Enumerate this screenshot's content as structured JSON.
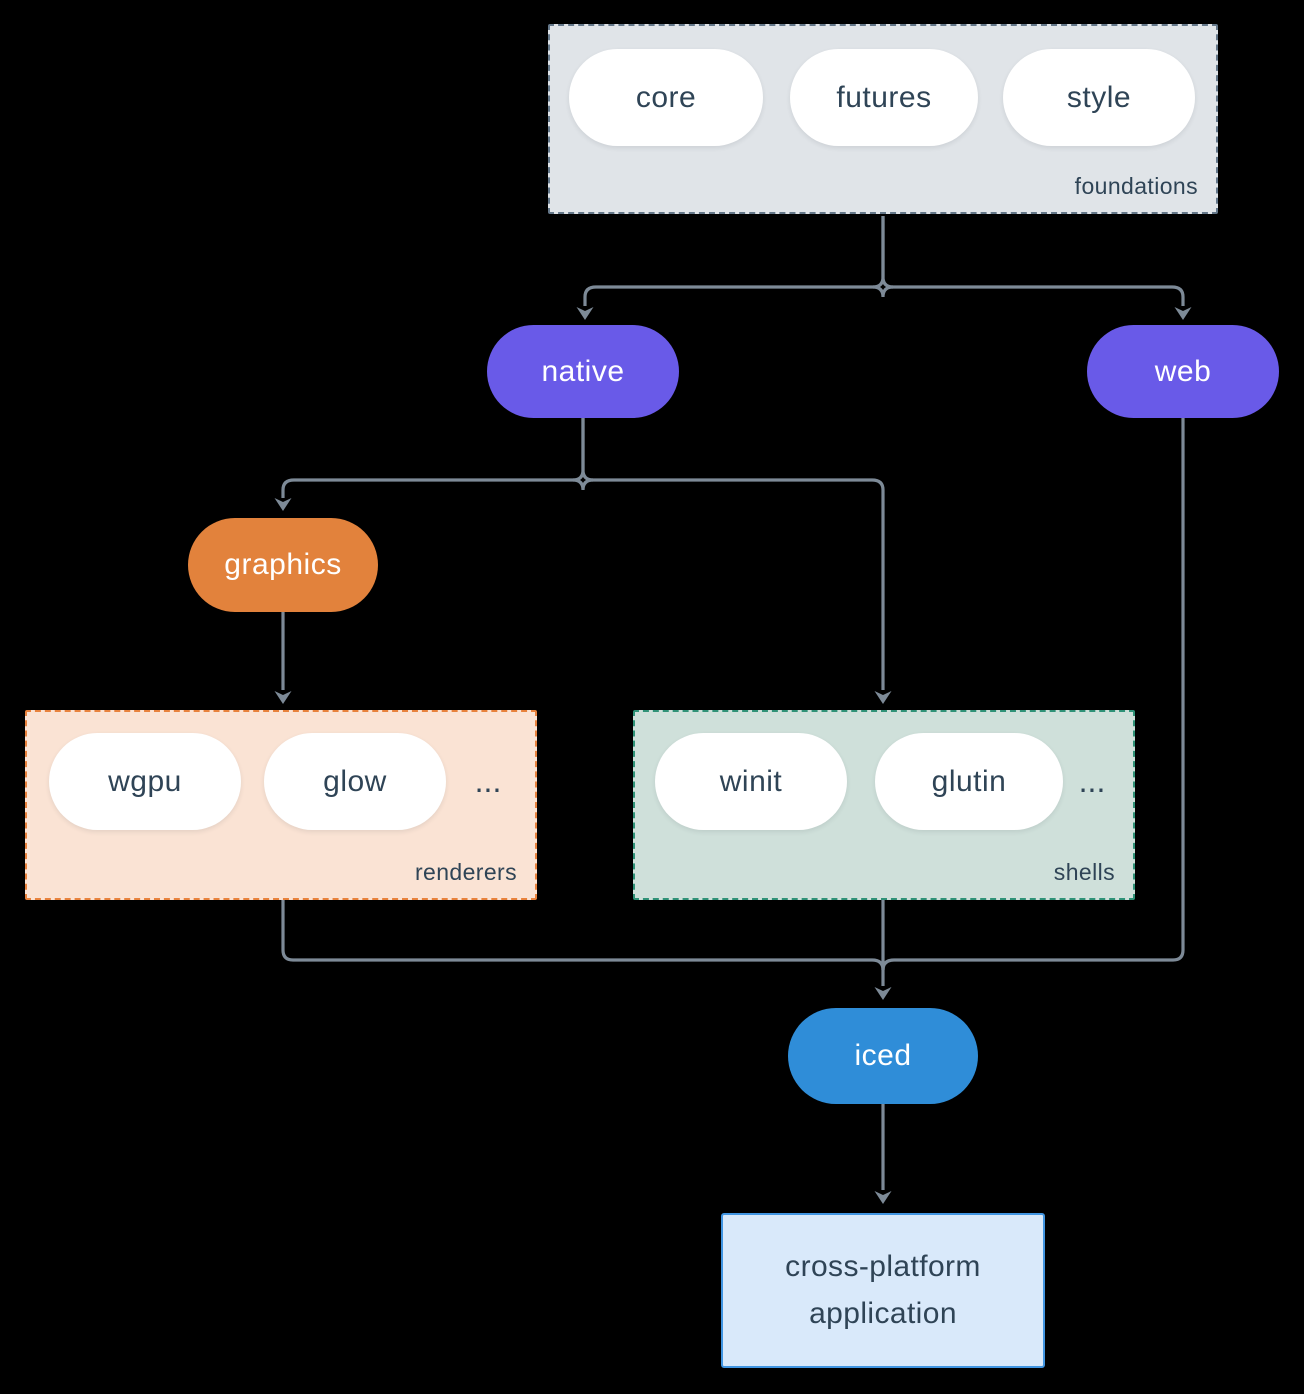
{
  "colors": {
    "background": "#000000",
    "line": "#7d8a97",
    "text-dark": "#2f4456",
    "foundations-fill": "#e0e4e8",
    "foundations-border": "#65788a",
    "purple": "#695ae8",
    "orange": "#e2823c",
    "renderers-fill": "#fae3d4",
    "renderers-border": "#e8823c",
    "shells-fill": "#cfe0da",
    "shells-border": "#2f9277",
    "blue": "#2f8dd8",
    "app-fill": "#d9e9fa",
    "app-border": "#4195e1",
    "pill-white": "#ffffff"
  },
  "foundations": {
    "label": "foundations",
    "pills": {
      "core": "core",
      "futures": "futures",
      "style": "style"
    }
  },
  "nodes": {
    "native": "native",
    "web": "web",
    "graphics": "graphics",
    "iced": "iced"
  },
  "renderers": {
    "label": "renderers",
    "pills": {
      "wgpu": "wgpu",
      "glow": "glow"
    },
    "ellipsis": "..."
  },
  "shells": {
    "label": "shells",
    "pills": {
      "winit": "winit",
      "glutin": "glutin"
    },
    "ellipsis": "..."
  },
  "app": {
    "line1": "cross-platform",
    "line2": "application"
  }
}
